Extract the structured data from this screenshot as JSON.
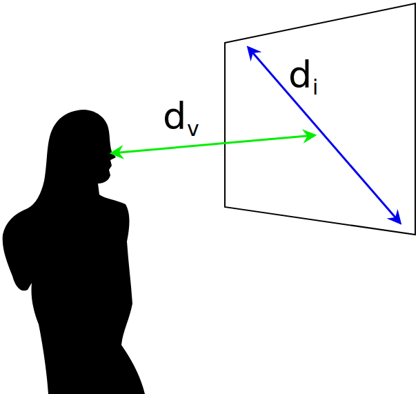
{
  "diagram": {
    "labels": [
      "d",
      "v",
      "d",
      "i"
    ]
  }
}
